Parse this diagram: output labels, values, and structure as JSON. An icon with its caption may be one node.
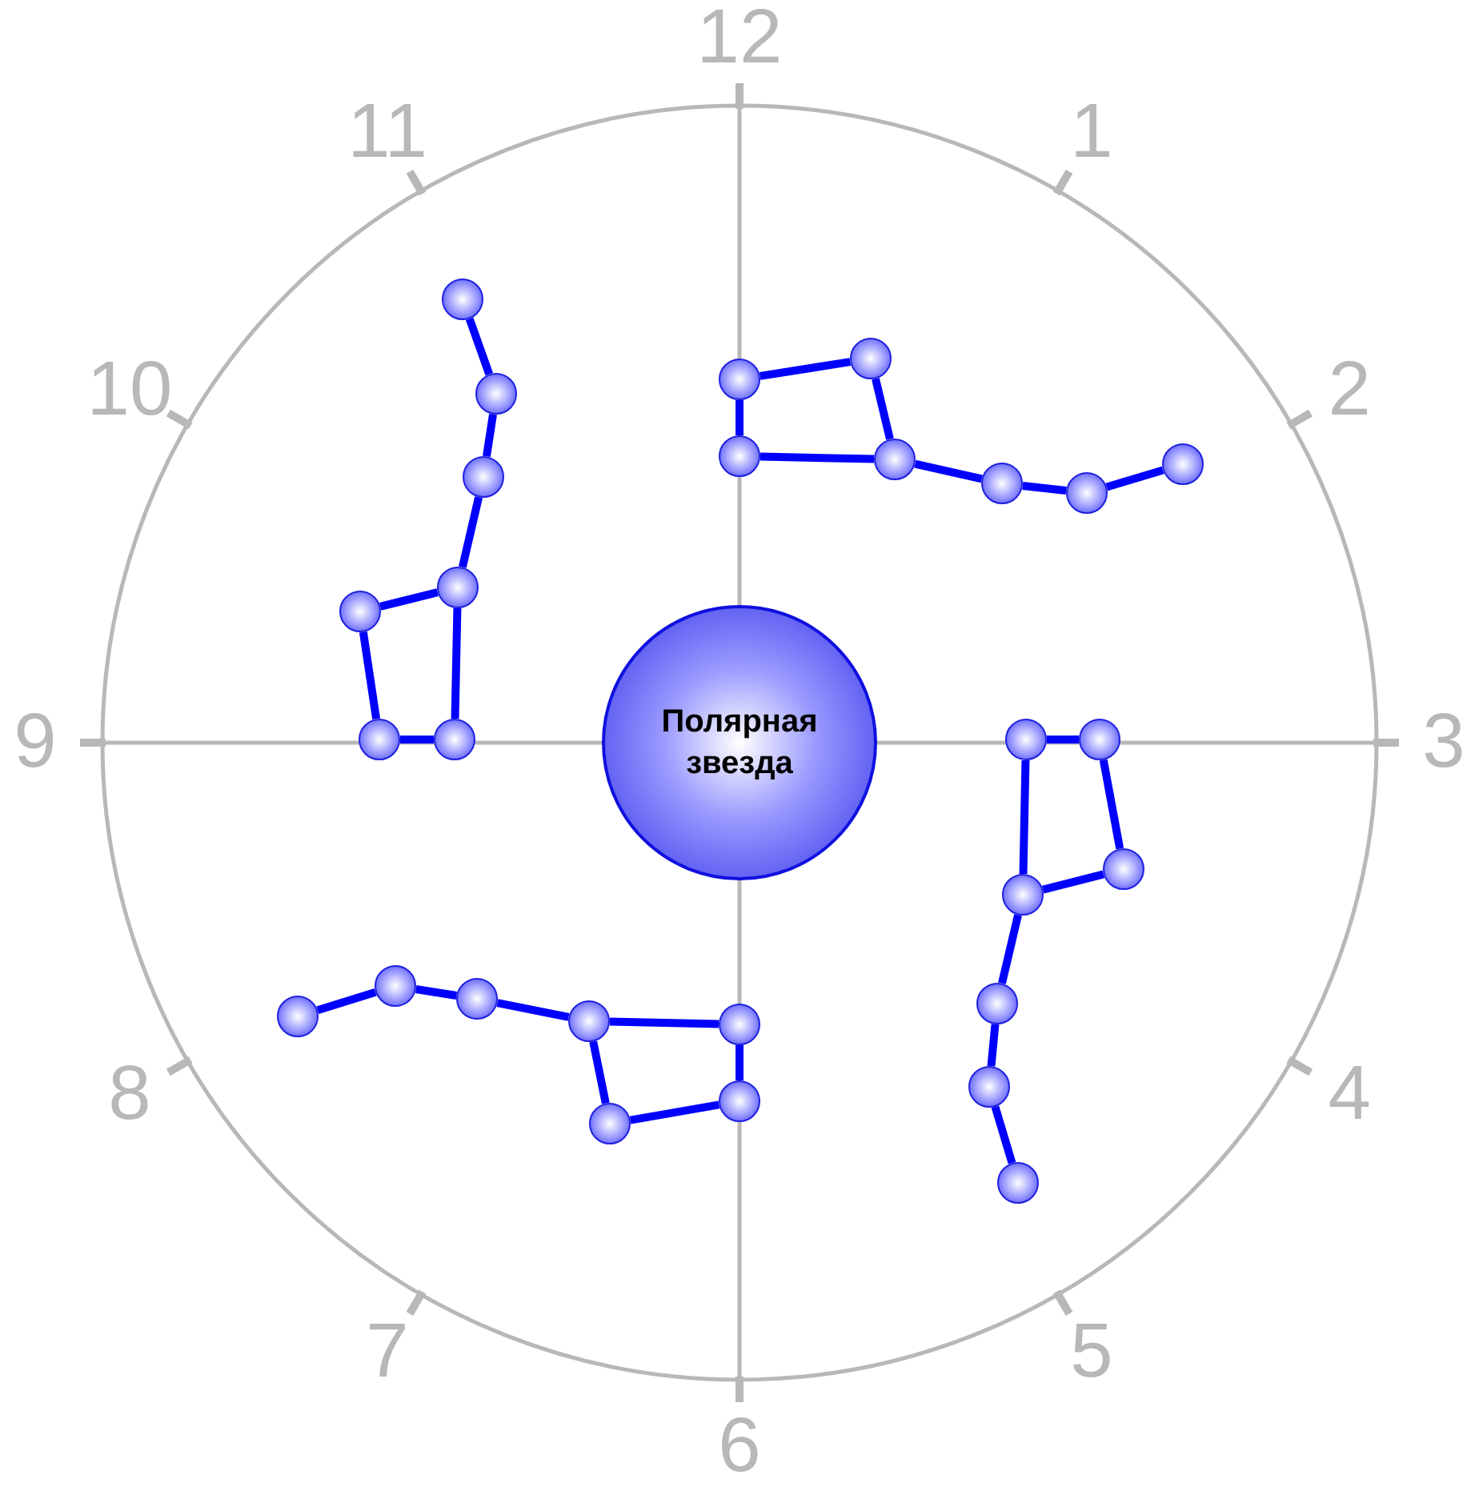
{
  "diagram": {
    "nodes": [
      {
        "text": [
          "Полярная звезда"
        ]
      },
      {
        "text": [],
        "shape": "circle"
      },
      {
        "text": [],
        "shape": "circle"
      },
      {
        "text": [],
        "shape": "circle"
      },
      {
        "text": [],
        "shape": "circle"
      },
      {
        "text": [],
        "shape": "circle"
      },
      {
        "text": [],
        "shape": "circle"
      },
      {
        "text": [],
        "shape": "circle"
      },
      {
        "text": [],
        "shape": "circle"
      },
      {
        "text": [],
        "shape": "circle"
      },
      {
        "text": [],
        "shape": "circle"
      },
      {
        "text": [],
        "shape": "circle"
      },
      {
        "text": [],
        "shape": "circle"
      },
      {
        "text": [],
        "shape": "circle"
      },
      {
        "text": [],
        "shape": "circle"
      },
      {
        "text": [],
        "shape": "circle"
      },
      {
        "text": [],
        "shape": "circle"
      },
      {
        "text": [],
        "shape": "circle"
      },
      {
        "text": [],
        "shape": "circle"
      },
      {
        "text": [],
        "shape": "circle"
      },
      {
        "text": [],
        "shape": "circle"
      },
      {
        "text": [],
        "shape": "circle"
      },
      {
        "text": [],
        "shape": "circle"
      },
      {
        "text": [],
        "shape": "circle"
      },
      {
        "text": [],
        "shape": "circle"
      },
      {
        "text": [],
        "shape": "circle"
      },
      {
        "text": [],
        "shape": "circle"
      },
      {
        "text": [],
        "shape": "circle"
      },
      {
        "text": [],
        "shape": "circle"
      }
    ],
    "edges": [
      {
        "from": 1,
        "to": 2,
        "arrow": "none"
      },
      {
        "from": 2,
        "to": 3,
        "arrow": "none"
      },
      {
        "from": 3,
        "to": 4,
        "arrow": "none"
      },
      {
        "from": 4,
        "to": 5,
        "arrow": "none"
      },
      {
        "from": 5,
        "to": 6,
        "arrow": "none"
      },
      {
        "from": 6,
        "to": 7,
        "arrow": "none"
      },
      {
        "from": 7,
        "to": 4,
        "arrow": "none"
      },
      {
        "from": 8,
        "to": 9,
        "arrow": "none"
      },
      {
        "from": 8,
        "to": 10,
        "arrow": "none"
      },
      {
        "from": 9,
        "to": 11,
        "arrow": "none"
      },
      {
        "from": 10,
        "to": 11,
        "arrow": "none"
      },
      {
        "from": 11,
        "to": 12,
        "arrow": "none"
      },
      {
        "from": 12,
        "to": 13,
        "arrow": "none"
      },
      {
        "from": 13,
        "to": 14,
        "arrow": "none"
      },
      {
        "from": 15,
        "to": 16,
        "arrow": "none"
      },
      {
        "from": 16,
        "to": 17,
        "arrow": "none"
      },
      {
        "from": 17,
        "to": 18,
        "arrow": "none"
      },
      {
        "from": 15,
        "to": 18,
        "arrow": "none"
      },
      {
        "from": 18,
        "to": 19,
        "arrow": "none"
      },
      {
        "from": 19,
        "to": 20,
        "arrow": "none"
      },
      {
        "from": 20,
        "to": 21,
        "arrow": "none"
      },
      {
        "from": 22,
        "to": 23,
        "arrow": "none"
      },
      {
        "from": 23,
        "to": 24,
        "arrow": "none"
      },
      {
        "from": 24,
        "to": 25,
        "arrow": "none"
      },
      {
        "from": 25,
        "to": 26,
        "arrow": "none"
      },
      {
        "from": 26,
        "to": 27,
        "arrow": "none"
      },
      {
        "from": 27,
        "to": 28,
        "arrow": "none"
      },
      {
        "from": 28,
        "to": 25,
        "arrow": "none"
      }
    ],
    "labels": [
      "12",
      "1",
      "2",
      "3",
      "4",
      "5",
      "6",
      "7",
      "8",
      "9",
      "10",
      "11"
    ]
  }
}
